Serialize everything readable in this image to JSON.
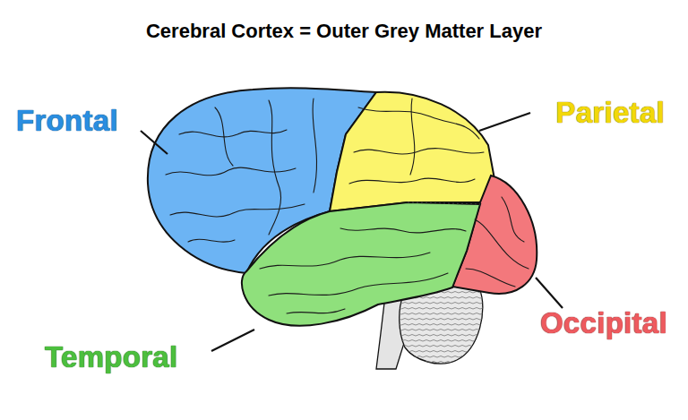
{
  "diagram": {
    "title": "Cerebral Cortex = Outer Grey Matter Layer",
    "labels": [
      "Frontal",
      "Parietal",
      "Temporal",
      "Occipital"
    ]
  }
}
